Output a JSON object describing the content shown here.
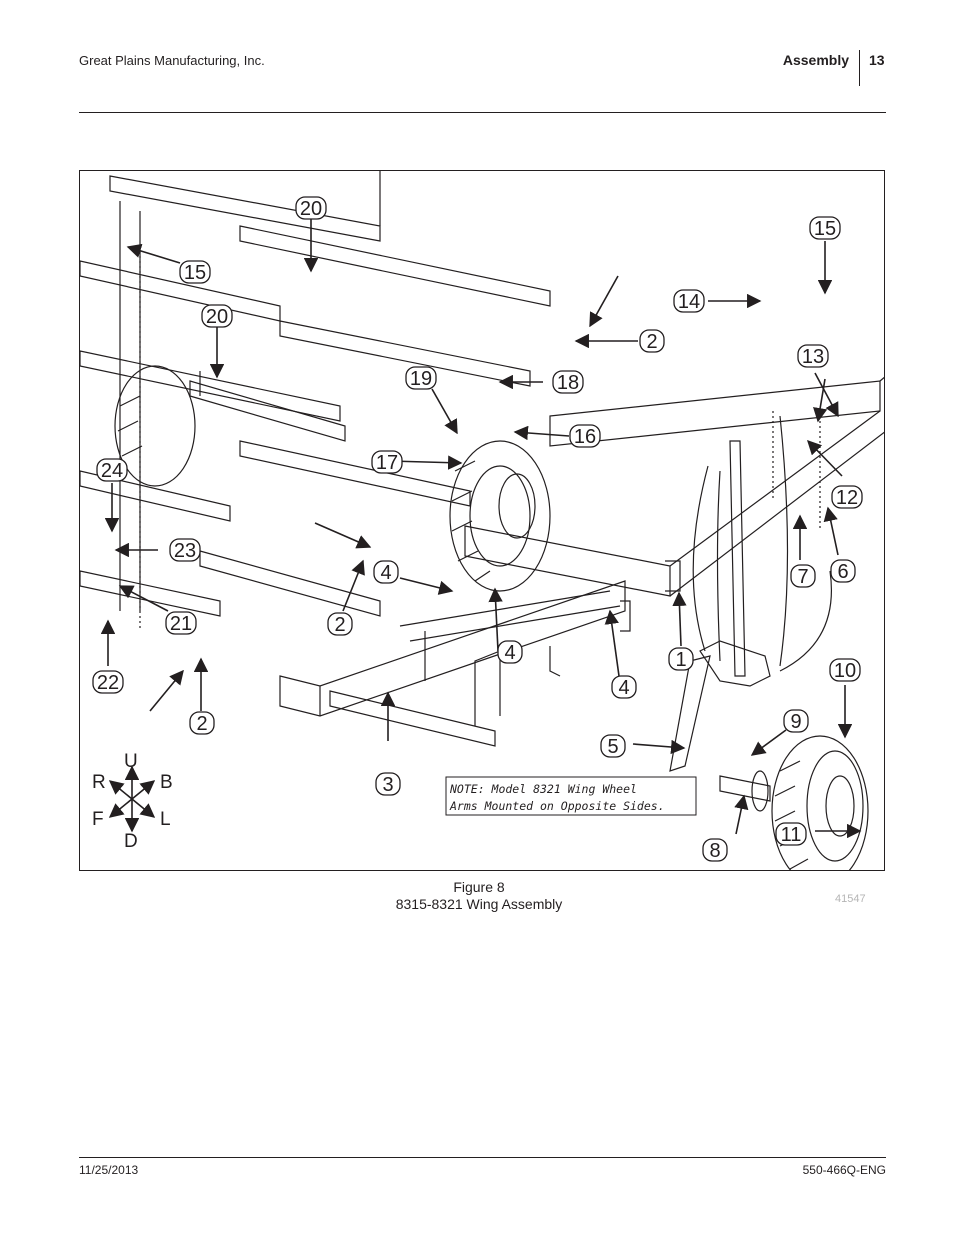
{
  "header": {
    "company": "Great Plains Manufacturing, Inc.",
    "section": "Assembly",
    "page_number": "13"
  },
  "figure": {
    "note_line1": "NOTE: Model 8321 Wing Wheel",
    "note_line2": "Arms Mounted on Opposite Sides.",
    "direction_labels": {
      "up": "U",
      "down": "D",
      "right": "R",
      "back": "B",
      "front": "F",
      "left": "L"
    },
    "callouts": [
      "20",
      "15",
      "20",
      "19",
      "17",
      "24",
      "23",
      "21",
      "22",
      "2",
      "4",
      "2",
      "18",
      "16",
      "2",
      "4",
      "3",
      "4",
      "1",
      "5",
      "15",
      "14",
      "13",
      "12",
      "7",
      "6",
      "10",
      "9",
      "8",
      "11"
    ],
    "caption_title": "Figure 8",
    "caption_subtitle": "8315-8321 Wing Assembly",
    "figure_id": "41547"
  },
  "footer": {
    "date": "11/25/2013",
    "doc_number": "550-466Q-ENG"
  }
}
